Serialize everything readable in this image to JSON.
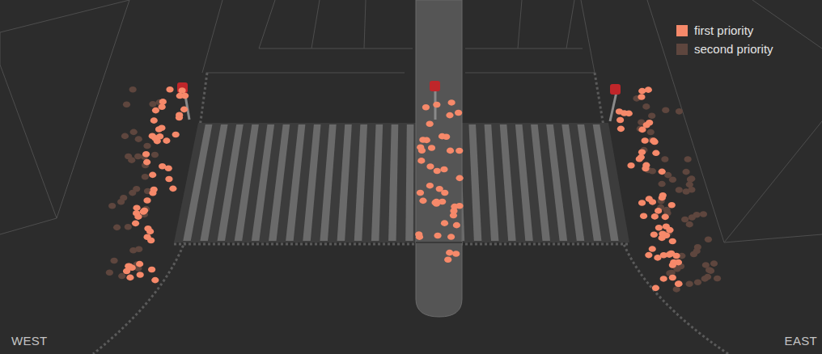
{
  "diagram": {
    "labels": [
      "WEST",
      "EAST"
    ],
    "legend": [
      {
        "text": "first priority",
        "color": "#f6896a"
      },
      {
        "text": "second priority",
        "color": "#5e463e"
      }
    ]
  }
}
